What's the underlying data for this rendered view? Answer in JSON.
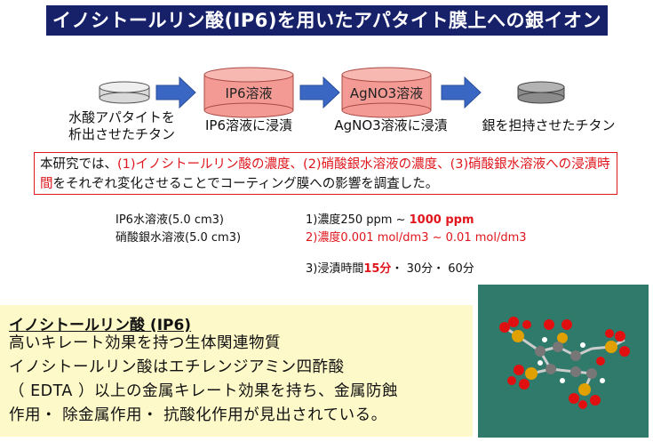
{
  "title": "イノシトールリン酸(IP6)を用いたアパタイト膜上への銀イオンの固定化",
  "flow": {
    "start_label_line1": "水酸アパタイトを",
    "start_label_line2": "析出させたチタン",
    "beaker1_text": "IP6溶液",
    "beaker1_caption": "IP6溶液に浸漬",
    "beaker2_text": "AgNO3溶液",
    "beaker2_caption": "AgNO3溶液に浸漬",
    "end_label": "銀を担持させたチタン"
  },
  "statement": {
    "part1": "本研究では、",
    "part2": "(1)イノシトールリン酸の濃度、",
    "part3": "(2)硝酸銀水溶液の濃度、",
    "part4": "(3)硝酸銀水溶液への浸漬時間",
    "part5": "をそれぞれ変化させることでコーティング膜への影響を調査した。"
  },
  "conditions": {
    "solution1": "IP6水溶液(5.0 cm3)",
    "solution2": "硝酸銀水溶液(5.0 cm3)",
    "c1_prefix": "1)濃度250 ppm ~ ",
    "c1_highlight": "1000 ppm",
    "c2": "2)濃度0.001 mol/dm3 ~ 0.01 mol/dm3",
    "c3_prefix": "3)浸漬時間",
    "c3_highlight": "15分",
    "c3_suffix": "・ 30分・ 60分"
  },
  "info": {
    "heading": "イノシトールリン酸 (IP6)",
    "line1": "高いキレート効果を持つ生体関連物質",
    "line2": "イノシトールリン酸はエチレンジアミン四酢酸",
    "line3": "（ EDTA ）以上の金属キレート効果を持ち、金属防蝕",
    "line4": "作用・ 除金属作用・ 抗酸化作用が見出されている。"
  },
  "colors": {
    "title_bg": "#16216a",
    "arrow": "#3a66c4",
    "beaker_fill": "#f49a94",
    "highlight_red": "#e0161c",
    "info_bg": "#fdf9c8",
    "molecule_bg": "#2f7a6a"
  },
  "icons": {
    "sample_start": "titanium-disk-icon",
    "sample_end": "silver-titanium-disk-icon"
  }
}
